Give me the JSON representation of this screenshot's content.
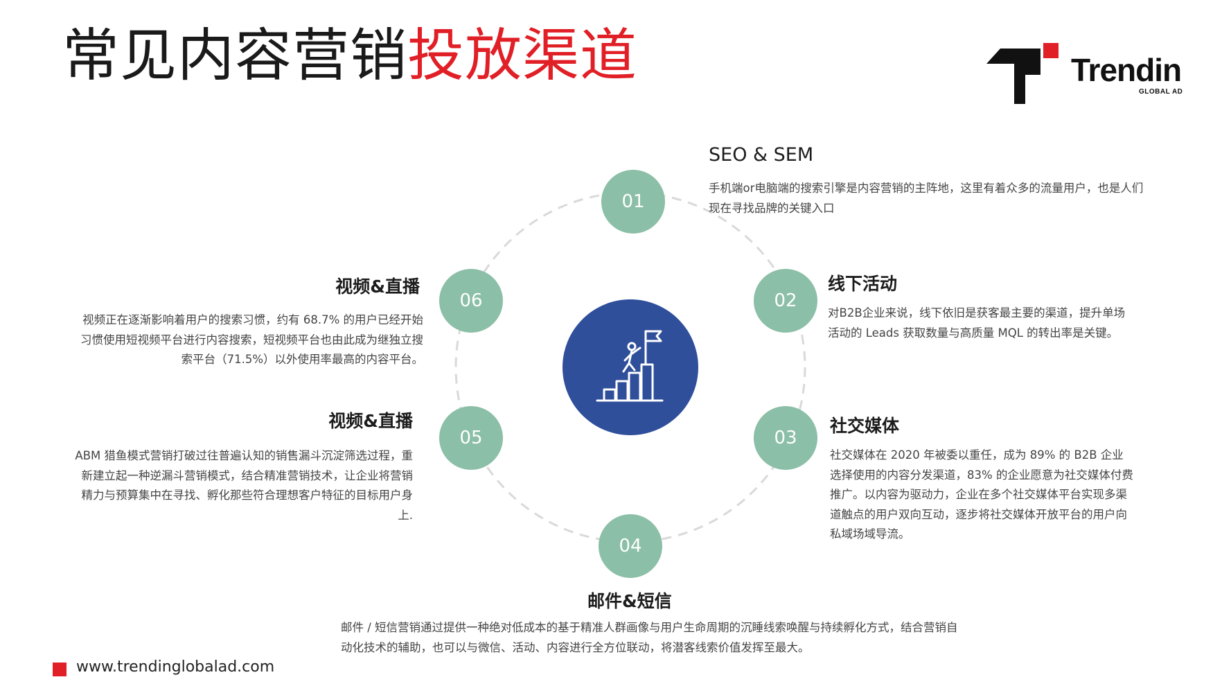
{
  "title": {
    "main": "常见内容营销",
    "accent": "投放渠道"
  },
  "logo": {
    "name": "Trendin",
    "tagline": "GLOBAL AD"
  },
  "nodes": [
    {
      "num": "01",
      "heading": "SEO & SEM",
      "desc": "手机端or电脑端的搜索引擎是内容营销的主阵地，这里有着众多的流量用户，也是人们现在寻找品牌的关键入口"
    },
    {
      "num": "02",
      "heading": "线下活动",
      "desc": "对B2B企业来说，线下依旧是获客最主要的渠道，提升单场活动的 Leads 获取数量与高质量 MQL 的转出率是关键。"
    },
    {
      "num": "03",
      "heading": "社交媒体",
      "desc": "社交媒体在 2020 年被委以重任，成为 89% 的 B2B 企业选择使用的内容分发渠道，83% 的企业愿意为社交媒体付费推广。以内容为驱动力，企业在多个社交媒体平台实现多渠道触点的用户双向互动，逐步将社交媒体开放平台的用户向私域场域导流。"
    },
    {
      "num": "04",
      "heading": "邮件&短信",
      "desc": "邮件 / 短信营销通过提供一种绝对低成本的基于精准人群画像与用户生命周期的沉睡线索唤醒与持续孵化方式，结合营销自动化技术的辅助，也可以与微信、活动、内容进行全方位联动，将潜客线索价值发挥至最大。"
    },
    {
      "num": "05",
      "heading": "视频&直播",
      "desc": "ABM 猎鱼模式营销打破过往普遍认知的销售漏斗沉淀筛选过程，重新建立起一种逆漏斗营销模式，结合精准营销技术，让企业将营销精力与预算集中在寻找、孵化那些符合理想客户特征的目标用户身上."
    },
    {
      "num": "06",
      "heading": "视频&直播",
      "desc": "视频正在逐渐影响着用户的搜索习惯，约有 68.7% 的用户已经开始习惯使用短视频平台进行内容搜索，短视频平台也由此成为继独立搜索平台（71.5%）以外使用率最高的内容平台。"
    }
  ],
  "hub_icon": "climber-flag-icon",
  "footer": {
    "url": "www.trendinglobalad.com"
  },
  "colors": {
    "accent_red": "#e11f26",
    "node_green": "#8cbfa7",
    "hub_blue": "#2f4f9b",
    "ring_gray": "#d9d9d9"
  }
}
